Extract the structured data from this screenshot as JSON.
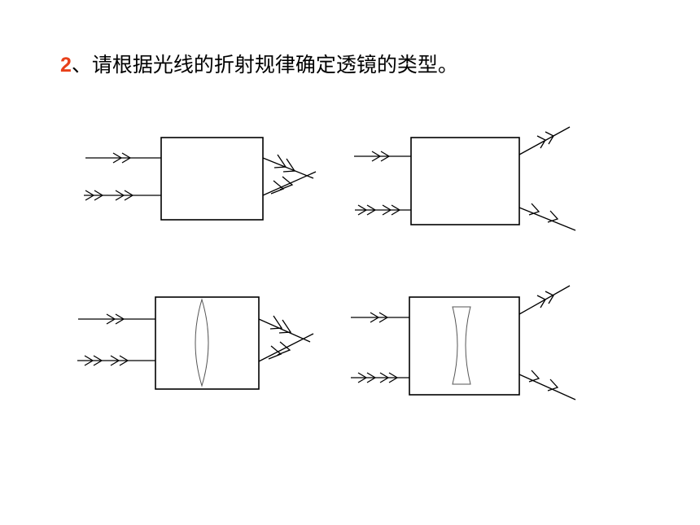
{
  "question": {
    "number": "2",
    "text": "、请根据光线的折射规律确定透镜的类型。",
    "number_color": "#e8401a"
  },
  "diagram": {
    "panels": [
      {
        "id": "top-left",
        "lens": "none",
        "outgoing": "converging"
      },
      {
        "id": "top-right",
        "lens": "none",
        "outgoing": "diverging"
      },
      {
        "id": "bottom-left",
        "lens": "convex-lens",
        "outgoing": "converging"
      },
      {
        "id": "bottom-right",
        "lens": "concave-lens",
        "outgoing": "diverging"
      }
    ]
  }
}
